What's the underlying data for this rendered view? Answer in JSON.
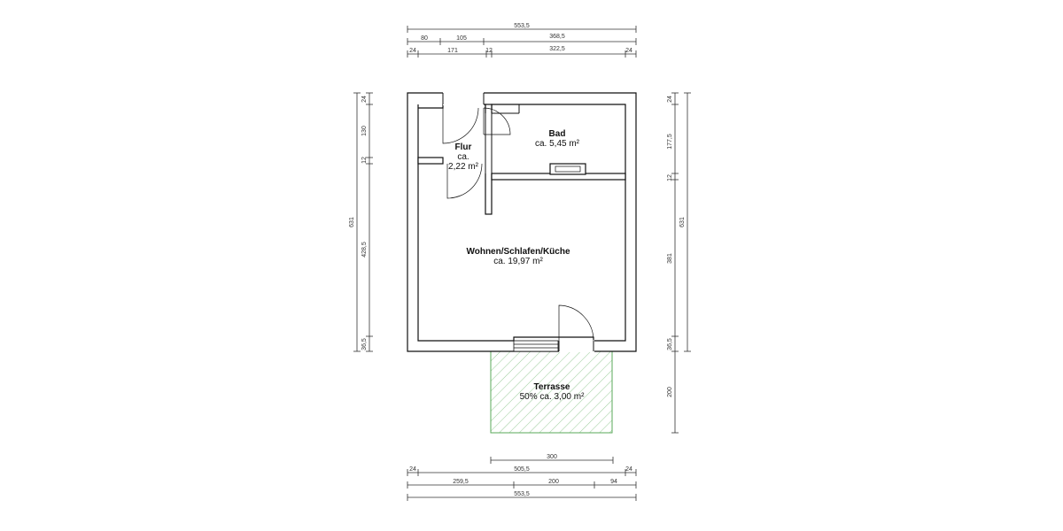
{
  "rooms": {
    "flur": {
      "name": "Flur",
      "area_line1": "ca.",
      "area_line2": "2,22 m²"
    },
    "bad": {
      "name": "Bad",
      "area": "ca. 5,45 m²"
    },
    "wohnen": {
      "name": "Wohnen/Schlafen/Küche",
      "area": "ca. 19,97 m²"
    },
    "terrasse": {
      "name": "Terrasse",
      "area": "50% ca. 3,00 m²"
    }
  },
  "dimensions": {
    "top": {
      "total": "553,5",
      "row2": [
        "80",
        "105",
        "368,5"
      ],
      "row3": [
        "24",
        "171",
        "12",
        "322,5",
        "24"
      ]
    },
    "bottom": {
      "terrace": "300",
      "row2": [
        "24",
        "505,5",
        "24"
      ],
      "row3": [
        "259,5",
        "200",
        "94"
      ],
      "total": "553,5"
    },
    "left": {
      "segments": [
        "24",
        "130",
        "12",
        "428,5",
        "36,5"
      ],
      "total": "631"
    },
    "right": {
      "segments": [
        "24",
        "177,5",
        "12",
        "381",
        "36,5",
        "200"
      ],
      "total": "631"
    }
  },
  "colors": {
    "wall": "#111111",
    "terrace_hatch": "#7fbf7f",
    "terrace_border": "#5aa85a"
  }
}
